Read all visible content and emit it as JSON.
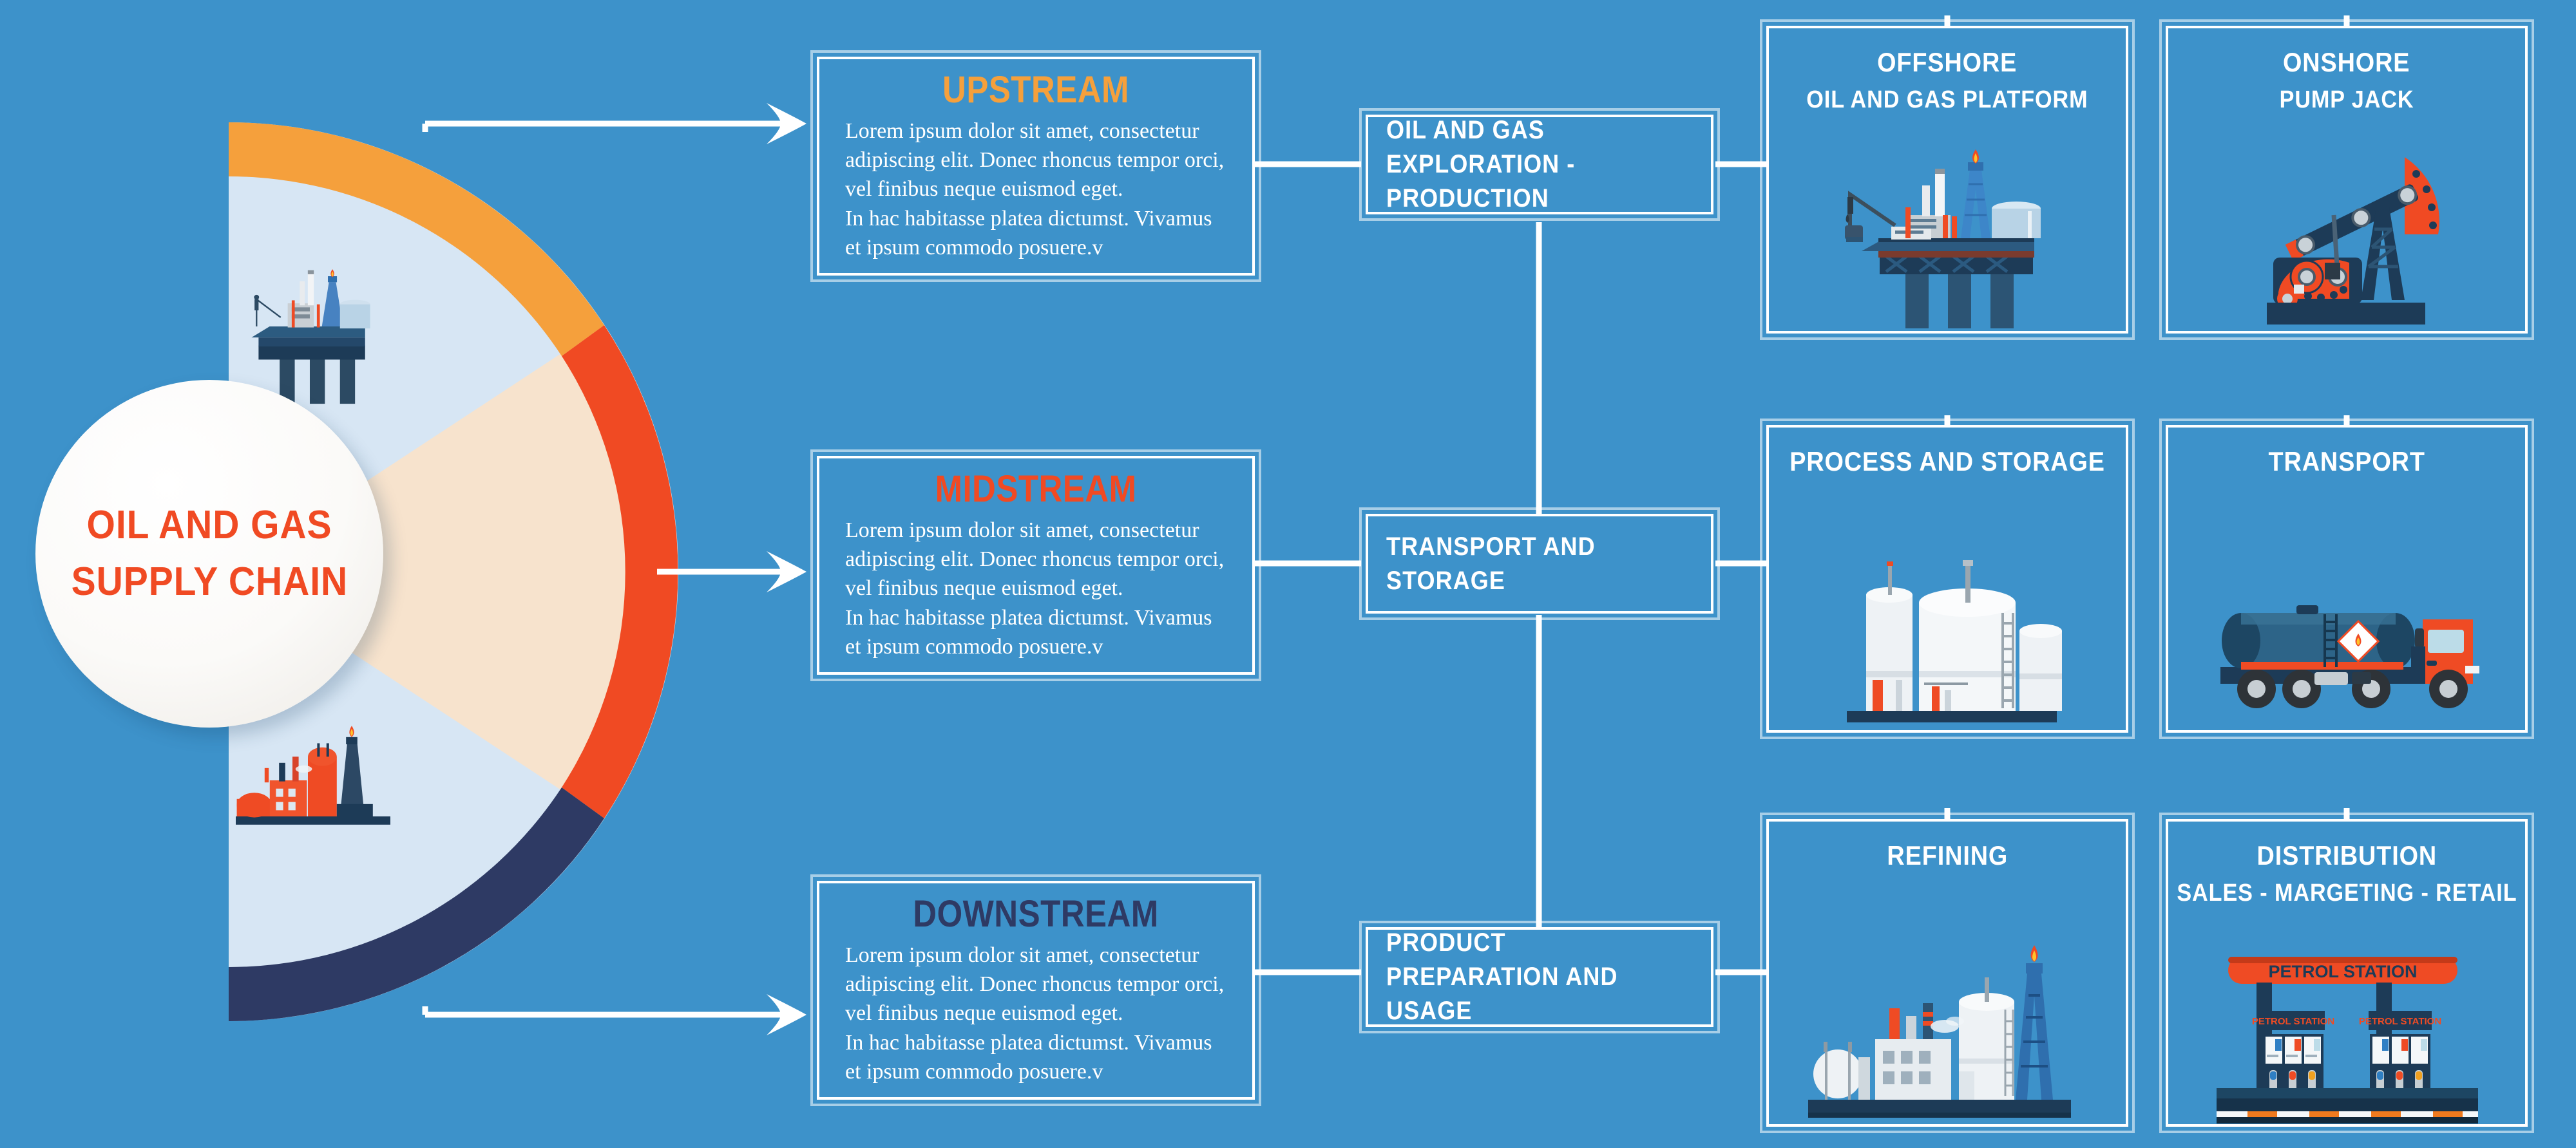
{
  "theme": {
    "background": "#3d92ca",
    "line": "#ffffff",
    "upstream_color": "#f5a03c",
    "midstream_color": "#f04a23",
    "downstream_color": "#2e3a64",
    "inner_light": "#d7e6f4",
    "inner_cream": "#f7e3cd",
    "center_text": "#f04a23"
  },
  "hub": {
    "title_line1": "OIL AND GAS",
    "title_line2": "SUPPLY CHAIN"
  },
  "chart_data": {
    "type": "pie",
    "title": "OIL AND GAS SUPPLY CHAIN",
    "note": "Half-donut divided into three equal stage segments",
    "categories": [
      "UPSTREAM",
      "MIDSTREAM",
      "DOWNSTREAM"
    ],
    "values": [
      33.3,
      33.3,
      33.3
    ],
    "colors": [
      "#f5a03c",
      "#f04a23",
      "#2e3a64"
    ],
    "inner_colors": [
      "#d7e6f4",
      "#f7e3cd",
      "#d7e6f4"
    ],
    "legend": "none",
    "grid": false
  },
  "stages": [
    {
      "id": "upstream",
      "label": "UPSTREAM",
      "body": [
        "Lorem ipsum dolor sit amet, consectetur",
        "adipiscing elit. Donec rhoncus tempor orci,",
        "vel finibus neque euismod eget.",
        "In hac habitasse platea dictumst. Vivamus",
        "et ipsum commodo posuere.v"
      ]
    },
    {
      "id": "midstream",
      "label": "MIDSTREAM",
      "body": [
        "Lorem ipsum dolor sit amet, consectetur",
        "adipiscing elit. Donec rhoncus tempor orci,",
        "vel finibus neque euismod eget.",
        "In hac habitasse platea dictumst. Vivamus",
        "et ipsum commodo posuere.v"
      ]
    },
    {
      "id": "downstream",
      "label": "DOWNSTREAM",
      "body": [
        "Lorem ipsum dolor sit amet, consectetur",
        "adipiscing elit. Donec rhoncus tempor orci,",
        "vel finibus neque euismod eget.",
        "In hac habitasse platea dictumst. Vivamus",
        "et ipsum commodo posuere.v"
      ]
    }
  ],
  "connectors": [
    {
      "id": "exploration",
      "label": "OIL AND GAS EXPLORATION - PRODUCTION"
    },
    {
      "id": "transport-storage",
      "label": "TRANSPORT AND STORAGE"
    },
    {
      "id": "product-usage",
      "label": "PRODUCT PREPARATION AND USAGE"
    }
  ],
  "panels": [
    {
      "id": "offshore",
      "title": "OFFSHORE",
      "subtitle": "OIL AND GAS PLATFORM",
      "icon": "offshore-platform-icon"
    },
    {
      "id": "onshore",
      "title": "ONSHORE",
      "subtitle": "PUMP JACK",
      "icon": "pump-jack-icon"
    },
    {
      "id": "process",
      "title": "PROCESS AND STORAGE",
      "subtitle": "",
      "icon": "storage-tanks-icon"
    },
    {
      "id": "transport",
      "title": "TRANSPORT",
      "subtitle": "",
      "icon": "tanker-truck-icon"
    },
    {
      "id": "refining",
      "title": "REFINING",
      "subtitle": "",
      "icon": "refinery-icon"
    },
    {
      "id": "distribution",
      "title": "DISTRIBUTION",
      "subtitle": "SALES - MARGETING - RETAIL",
      "icon": "petrol-station-icon"
    }
  ],
  "petrol_station": {
    "canopy_sign": "PETROL STATION",
    "pump_sign_left": "PETROL STATION",
    "pump_sign_right": "PETROL STATION"
  }
}
